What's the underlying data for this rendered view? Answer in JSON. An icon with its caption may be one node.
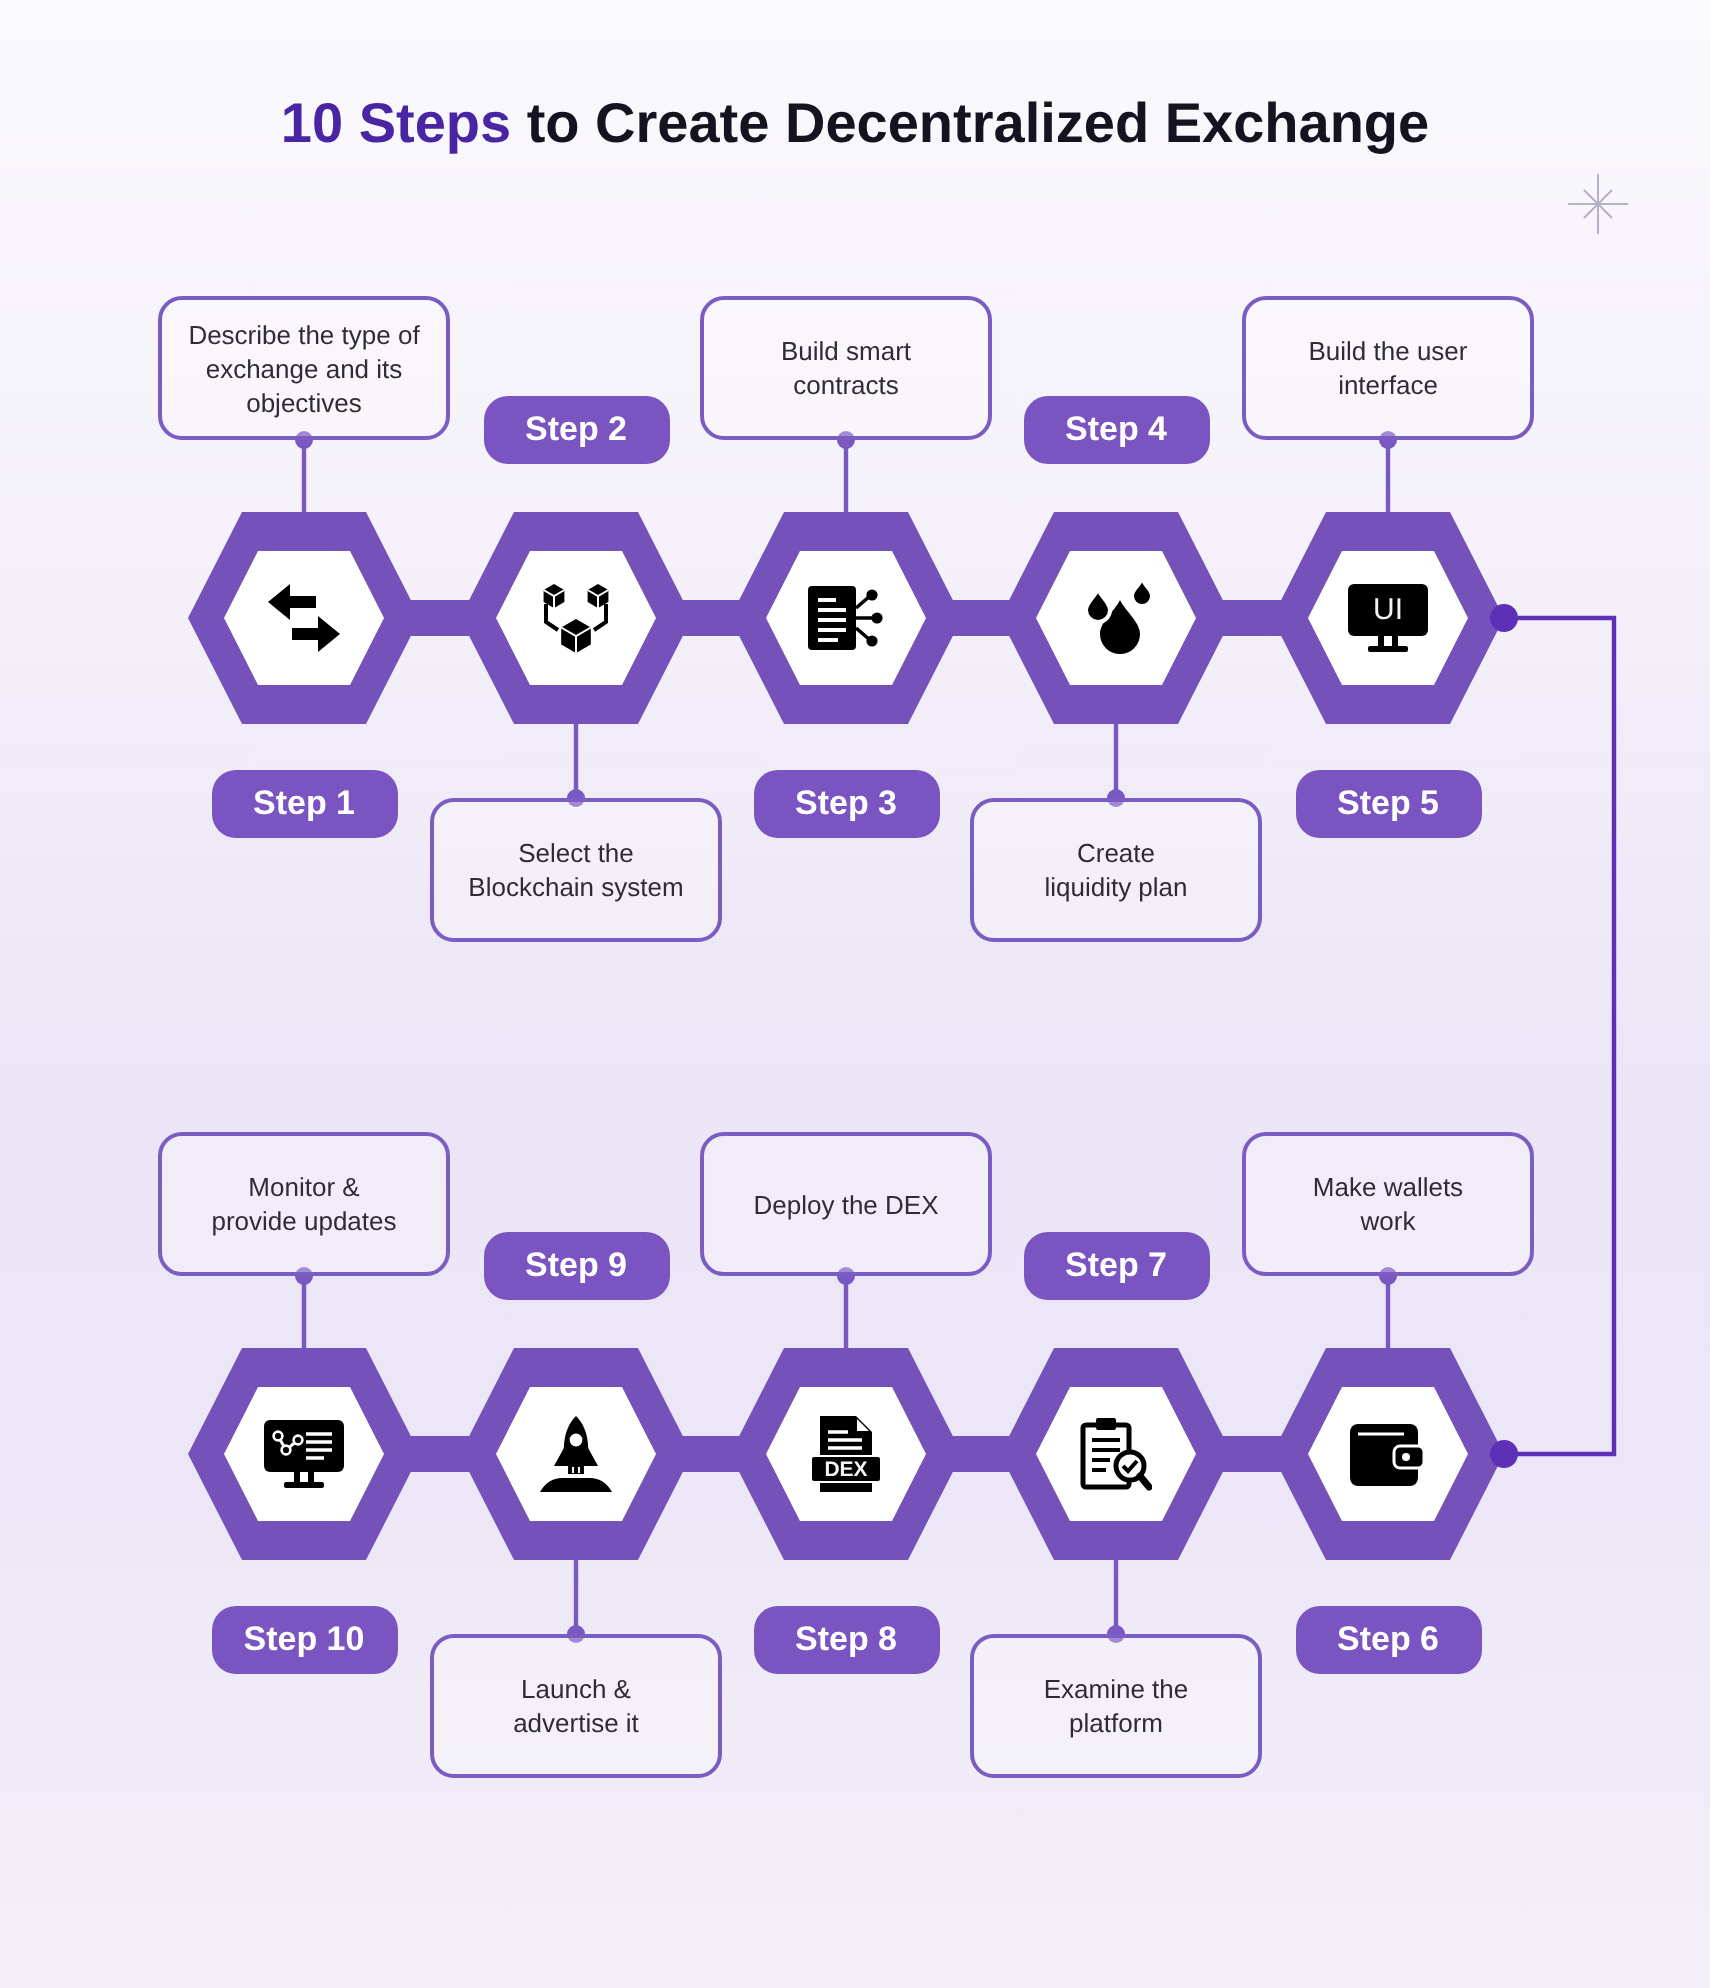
{
  "diagram": {
    "title": "10 Steps to Create Decentralized Exchange",
    "nodes": [
      {
        "text": [],
        "shape": "hexagon"
      },
      {
        "text": [
          "Step 1"
        ]
      },
      {
        "text": [
          "Describe the type of exchange and its objectives"
        ]
      },
      {
        "text": [],
        "shape": "hexagon"
      },
      {
        "text": [
          "Step 2"
        ]
      },
      {
        "text": [
          "Select the Blockchain system"
        ]
      },
      {
        "text": [],
        "shape": "hexagon"
      },
      {
        "text": [
          "Step 3"
        ]
      },
      {
        "text": [
          "Build smart contracts"
        ]
      },
      {
        "text": [],
        "shape": "hexagon"
      },
      {
        "text": [
          "Step 4"
        ]
      },
      {
        "text": [
          "Create liquidity plan"
        ]
      },
      {
        "text": [
          "UI"
        ]
      },
      {
        "text": [
          "Step 5"
        ]
      },
      {
        "text": [
          "Build the user interface"
        ]
      },
      {
        "text": [],
        "shape": "hexagon"
      },
      {
        "text": [
          "Step 6"
        ]
      },
      {
        "text": [
          "Make wallets work"
        ]
      },
      {
        "text": [],
        "shape": "hexagon"
      },
      {
        "text": [
          "Step 7"
        ]
      },
      {
        "text": [
          "Examine the platform"
        ]
      },
      {
        "text": [
          "DEX"
        ]
      },
      {
        "text": [
          "Step 8"
        ]
      },
      {
        "text": [
          "Deploy the DEX"
        ]
      },
      {
        "text": [],
        "shape": "hexagon"
      },
      {
        "text": [
          "Step 9"
        ]
      },
      {
        "text": [
          "Launch & advertise it"
        ]
      },
      {
        "text": [],
        "shape": "hexagon"
      },
      {
        "text": [
          "Step 10"
        ]
      },
      {
        "text": [
          "Monitor & provide updates"
        ]
      }
    ],
    "edges": [
      {
        "from": 0,
        "to": 3,
        "arrow": "none",
        "style": "thick"
      },
      {
        "from": 3,
        "to": 6,
        "arrow": "none",
        "style": "thick"
      },
      {
        "from": 6,
        "to": 9,
        "arrow": "none",
        "style": "thick"
      },
      {
        "from": 9,
        "to": 12,
        "arrow": "none",
        "style": "thick"
      },
      {
        "from": 12,
        "to": 15,
        "arrow": "other",
        "color": "#5e30b8"
      },
      {
        "from": 15,
        "to": 18,
        "arrow": "none",
        "style": "thick"
      },
      {
        "from": 18,
        "to": 21,
        "arrow": "none",
        "style": "thick"
      },
      {
        "from": 21,
        "to": 24,
        "arrow": "none",
        "style": "thick"
      },
      {
        "from": 24,
        "to": 27,
        "arrow": "none",
        "style": "thick"
      },
      {
        "from": 2,
        "to": 0,
        "arrow": "other"
      },
      {
        "from": 5,
        "to": 3,
        "arrow": "other"
      },
      {
        "from": 8,
        "to": 6,
        "arrow": "other"
      },
      {
        "from": 11,
        "to": 9,
        "arrow": "other"
      },
      {
        "from": 14,
        "to": 12,
        "arrow": "other"
      },
      {
        "from": 17,
        "to": 15,
        "arrow": "other"
      },
      {
        "from": 20,
        "to": 18,
        "arrow": "other"
      },
      {
        "from": 23,
        "to": 21,
        "arrow": "other"
      },
      {
        "from": 26,
        "to": 24,
        "arrow": "other"
      },
      {
        "from": 29,
        "to": 27,
        "arrow": "other"
      }
    ]
  }
}
